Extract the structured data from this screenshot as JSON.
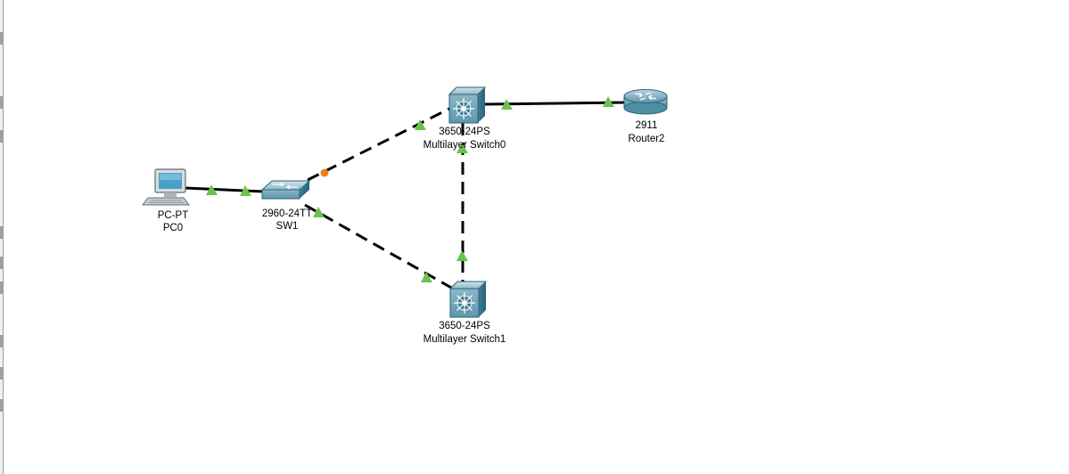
{
  "devices": {
    "pc0": {
      "model": "PC-PT",
      "name": "PC0",
      "icon": "pc-icon"
    },
    "sw1": {
      "model": "2960-24TT",
      "name": "SW1",
      "icon": "switch-icon"
    },
    "msw0": {
      "model": "3650-24PS",
      "name": "Multilayer Switch0",
      "icon": "multilayer-switch-icon"
    },
    "msw1": {
      "model": "3650-24PS",
      "name": "Multilayer Switch1",
      "icon": "multilayer-switch-icon"
    },
    "router2": {
      "model": "2911",
      "name": "Router2",
      "icon": "router-icon"
    }
  },
  "links": [
    {
      "id": "pc0-sw1",
      "from": "PC0",
      "to": "SW1",
      "cable": "copper-straight",
      "status_from": "up",
      "status_to": "up"
    },
    {
      "id": "sw1-msw0",
      "from": "SW1",
      "to": "Multilayer Switch0",
      "cable": "copper-cross",
      "status_from": "blocking",
      "status_to": "up"
    },
    {
      "id": "sw1-msw1",
      "from": "SW1",
      "to": "Multilayer Switch1",
      "cable": "copper-cross",
      "status_from": "up",
      "status_to": "up"
    },
    {
      "id": "msw0-msw1",
      "from": "Multilayer Switch0",
      "to": "Multilayer Switch1",
      "cable": "copper-cross",
      "status_from": "up",
      "status_to": "up"
    },
    {
      "id": "msw0-router2",
      "from": "Multilayer Switch0",
      "to": "Router2",
      "cable": "copper-straight",
      "status_from": "up",
      "status_to": "up"
    }
  ],
  "colors": {
    "link_up": "#6cc24a",
    "link_blocking": "#f07f1e",
    "cable": "#000000",
    "device_teal": "#4f8fa6"
  }
}
